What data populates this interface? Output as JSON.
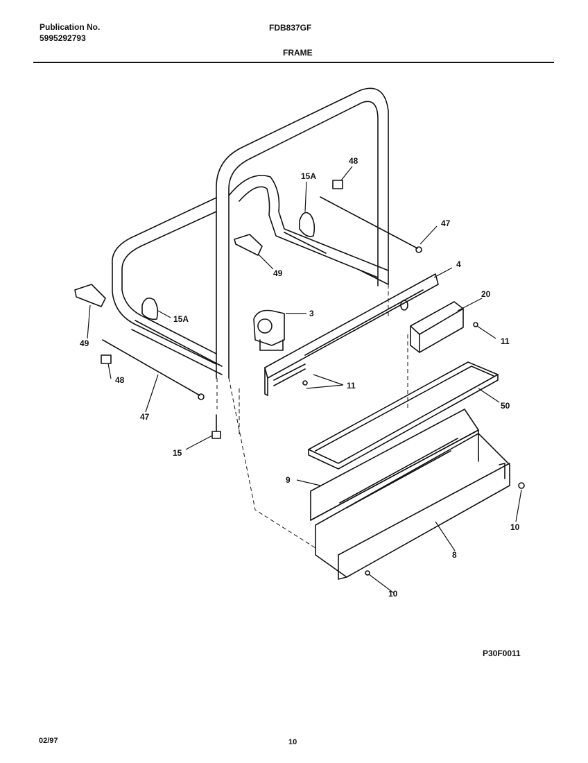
{
  "header": {
    "publication_label": "Publication No.",
    "publication_number": "5995292793",
    "model": "FDB837GF",
    "section_title": "FRAME"
  },
  "diagram": {
    "callouts": {
      "c48_top": "48",
      "c15a_top": "15A",
      "c47_top": "47",
      "c4": "4",
      "c49_center": "49",
      "c20": "20",
      "c3": "3",
      "c15a_left": "15A",
      "c11_right": "11",
      "c49_left": "49",
      "c11_mid": "11",
      "c48_left": "48",
      "c50": "50",
      "c47_left": "47",
      "c15": "15",
      "c9": "9",
      "c10_right": "10",
      "c8": "8",
      "c10_bottom": "10"
    },
    "drawing_code": "P30F0011"
  },
  "footer": {
    "date_code": "02/97",
    "page_number": "10"
  }
}
